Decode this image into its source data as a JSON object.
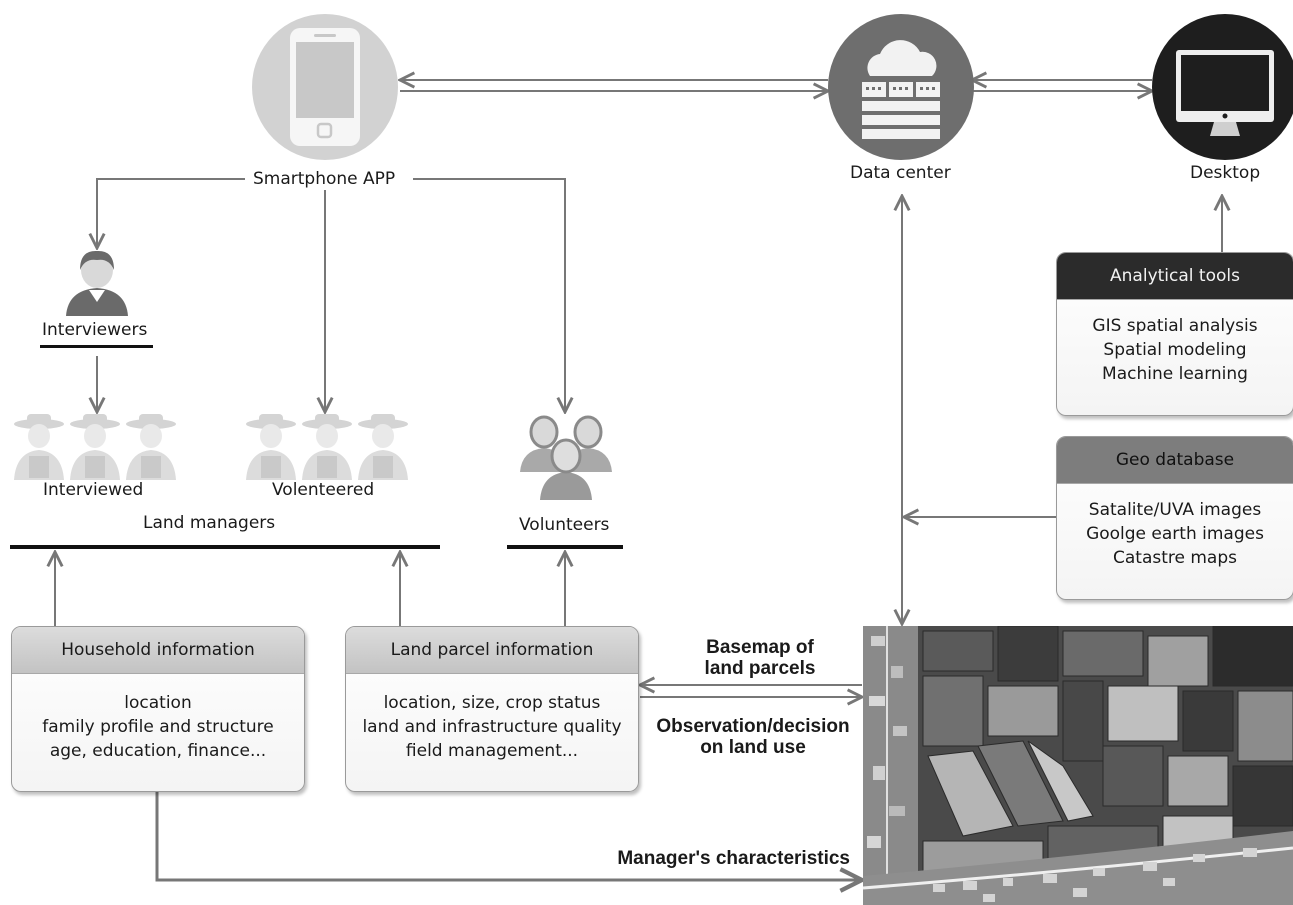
{
  "nodes": {
    "smartphone": "Smartphone APP",
    "data_center": "Data center",
    "desktop": "Desktop",
    "interviewers": "Interviewers",
    "interviewed": "Interviewed",
    "volenteered": "Volenteered",
    "land_managers": "Land managers",
    "volunteers": "Volunteers"
  },
  "analytical_tools": {
    "title": "Analytical tools",
    "items": [
      "GIS spatial analysis",
      "Spatial modeling",
      "Machine learning"
    ]
  },
  "geo_database": {
    "title": "Geo database",
    "items": [
      "Satalite/UVA images",
      "Goolge earth images",
      "Catastre maps"
    ]
  },
  "household": {
    "title": "Household information",
    "items": [
      "location",
      "family profile and structure",
      "age, education, finance..."
    ]
  },
  "land_parcel": {
    "title": "Land parcel information",
    "items": [
      "location, size, crop status",
      "land and infrastructure quality",
      "field management..."
    ]
  },
  "flow_labels": {
    "basemap": [
      "Basemap of",
      "land parcels"
    ],
    "observation": [
      "Observation/decision",
      "on land use"
    ],
    "manager": "Manager's characteristics"
  },
  "icons": [
    "smartphone-icon",
    "cloud-server-icon",
    "desktop-monitor-icon",
    "person-icon",
    "farmer-icon",
    "volunteers-group-icon",
    "satellite-image"
  ]
}
